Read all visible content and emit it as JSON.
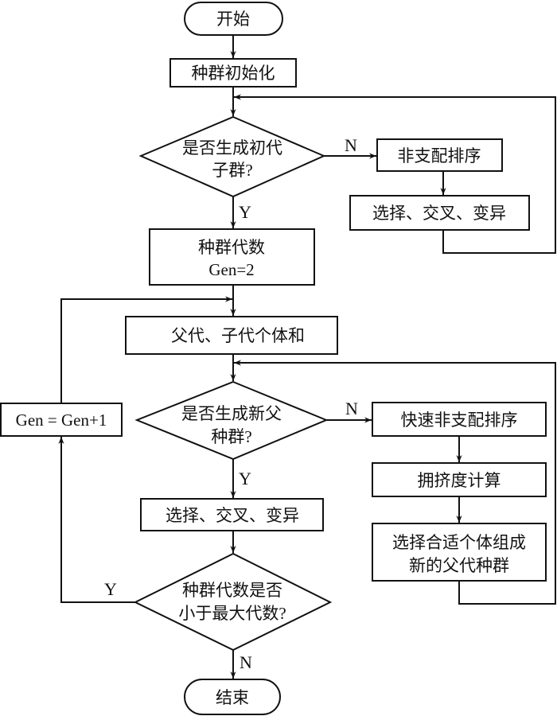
{
  "nodes": {
    "start": "开始",
    "init": "种群初始化",
    "decision1": [
      "是否生成初代",
      "子群?"
    ],
    "nondominated_sort": "非支配排序",
    "sel_cross_mut_1": "选择、交叉、变异",
    "gen_count": [
      "种群代数",
      "Gen=2"
    ],
    "combine": "父代、子代个体和",
    "decision2": [
      "是否生成新父",
      "种群?"
    ],
    "gen_increment": "Gen = Gen+1",
    "fast_nondominated_sort": "快速非支配排序",
    "crowding": "拥挤度计算",
    "select_new_parents": [
      "选择合适个体组成",
      "新的父代种群"
    ],
    "sel_cross_mut_2": "选择、交叉、变异",
    "decision3": [
      "种群代数是否",
      "小于最大代数?"
    ],
    "end": "结束"
  },
  "labels": {
    "d1_no": "N",
    "d1_yes": "Y",
    "d2_no": "N",
    "d2_yes": "Y",
    "d3_yes": "Y",
    "d3_no": "N"
  }
}
